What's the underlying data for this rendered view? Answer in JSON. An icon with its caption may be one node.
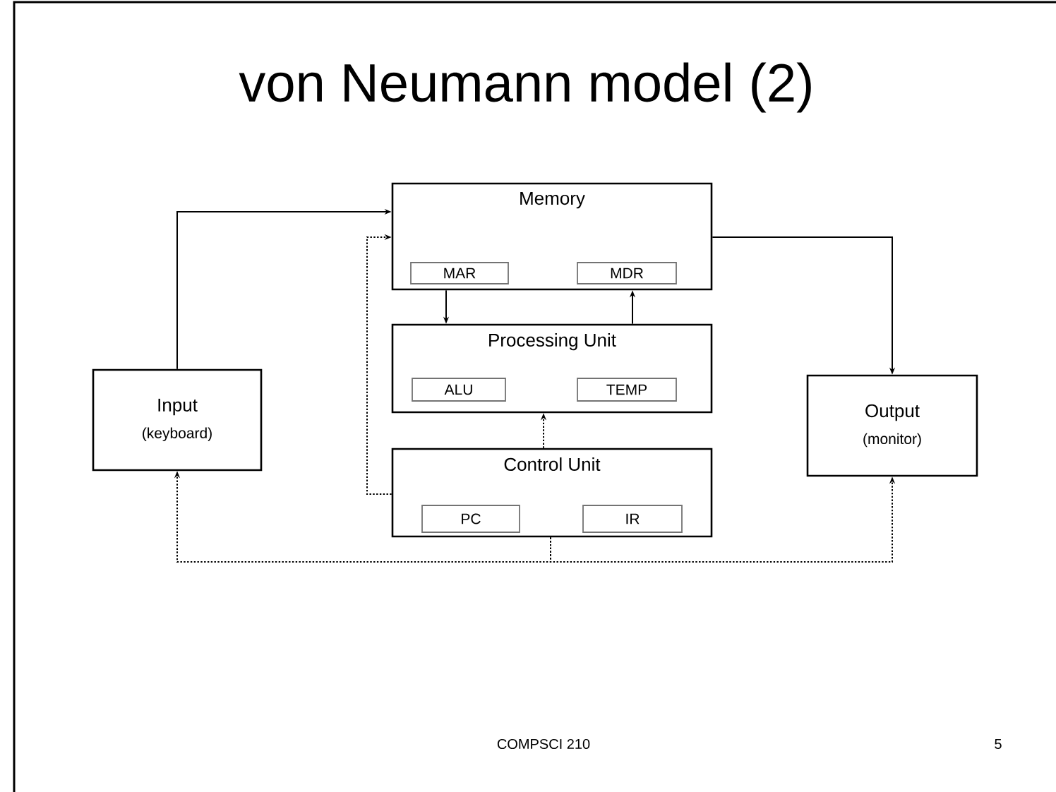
{
  "diagram": {
    "title": "von Neumann model (2)",
    "nodes": [
      {
        "text": [
          "Memory"
        ]
      },
      {
        "text": [
          "MAR"
        ],
        "in": 0
      },
      {
        "text": [
          "MDR"
        ],
        "in": 0
      },
      {
        "text": [
          "Processing Unit"
        ]
      },
      {
        "text": [
          "ALU"
        ],
        "in": 3
      },
      {
        "text": [
          "TEMP"
        ],
        "in": 3
      },
      {
        "text": [
          "Control Unit"
        ]
      },
      {
        "text": [
          "PC"
        ],
        "in": 6
      },
      {
        "text": [
          "IR"
        ],
        "in": 6
      },
      {
        "text": [
          "Input",
          "(keyboard)"
        ]
      },
      {
        "text": [
          "Output",
          "(monitor)"
        ]
      }
    ],
    "edges": [
      {
        "from": 9,
        "to": 0,
        "arrow": "to"
      },
      {
        "from": 0,
        "to": 10,
        "arrow": "to"
      },
      {
        "from": 0,
        "to": 3,
        "arrow": "to"
      },
      {
        "from": 3,
        "to": 0,
        "arrow": "to"
      },
      {
        "from": 6,
        "to": 3,
        "arrow": "to",
        "style": "dashed"
      },
      {
        "from": 6,
        "to": 0,
        "arrow": "to",
        "style": "dashed"
      },
      {
        "from": 6,
        "to": 9,
        "arrow": "to",
        "style": "dashed"
      },
      {
        "from": 6,
        "to": 10,
        "arrow": "to",
        "style": "dashed"
      }
    ],
    "labels": [
      "COMPSCI 210",
      "5"
    ]
  }
}
